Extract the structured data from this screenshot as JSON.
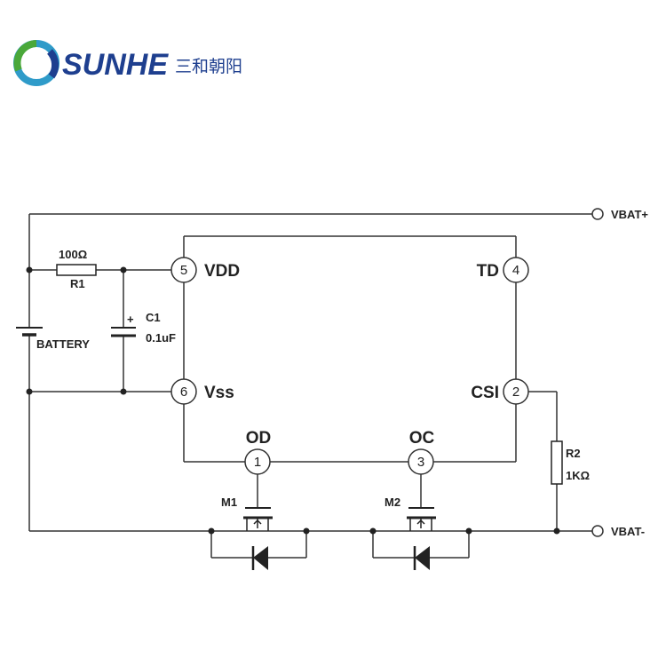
{
  "logo": {
    "brand": "SUNHE",
    "chinese": "三和朝阳",
    "colors": {
      "green": "#4aa83a",
      "blue": "#1e3f8f",
      "teal": "#2f9bc9"
    }
  },
  "nets": {
    "vbat_plus": "VBAT+",
    "vbat_minus": "VBAT-"
  },
  "battery": {
    "label": "BATTERY"
  },
  "r1": {
    "value": "100Ω",
    "ref": "R1"
  },
  "c1": {
    "ref": "C1",
    "value": "0.1uF",
    "polarity": "+"
  },
  "r2": {
    "ref": "R2",
    "value": "1KΩ"
  },
  "ic_pins": [
    {
      "num": "5",
      "name": "VDD"
    },
    {
      "num": "6",
      "name": "Vss"
    },
    {
      "num": "4",
      "name": "TD"
    },
    {
      "num": "2",
      "name": "CSI"
    },
    {
      "num": "1",
      "name": "OD"
    },
    {
      "num": "3",
      "name": "OC"
    }
  ],
  "mosfets": [
    {
      "ref": "M1"
    },
    {
      "ref": "M2"
    }
  ]
}
